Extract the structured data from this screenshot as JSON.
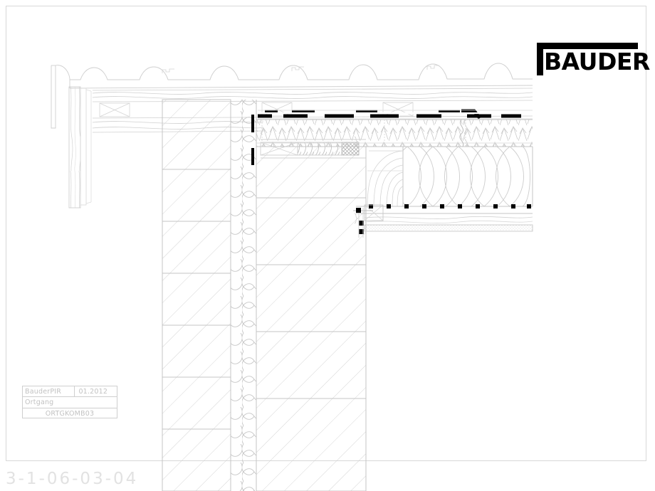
{
  "sheet": {
    "background_color": "#ffffff",
    "frame_color": "#d8d8d8",
    "line_color": "#c8c8c8",
    "ink_color": "#000000",
    "faint_color": "#e2e2e2"
  },
  "logo": {
    "brand": "BAUDER",
    "mark": "bauder-bracket-mark",
    "color": "#000000"
  },
  "title_block": {
    "product": "BauderPIR",
    "date": "01.2012",
    "detail_name": "Ortgang",
    "drawing_code": "ORTGKOMB03"
  },
  "drawing_number": {
    "value": "3-1-06-03-04"
  },
  "detail": {
    "type": "architectural-section",
    "description": "Ortgang / verge detail, pitched roof meeting cavity wall with BauderPIR insulation",
    "layers": [
      {
        "name": "roof-tiles",
        "pattern": "interlocking-pantile-profile"
      },
      {
        "name": "tile-batten",
        "pattern": "x-braced-timber-section"
      },
      {
        "name": "counter-batten",
        "pattern": "timber-section"
      },
      {
        "name": "underlay-membrane",
        "pattern": "wavy-line"
      },
      {
        "name": "verge-board",
        "pattern": "timber-grain"
      },
      {
        "name": "outer-masonry-leaf",
        "pattern": "diagonal-hatch-45"
      },
      {
        "name": "cavity-insulation",
        "pattern": "stacked-loop"
      },
      {
        "name": "inner-masonry-leaf",
        "pattern": "diagonal-hatch-45"
      },
      {
        "name": "vapour-barrier",
        "pattern": "thick-black-dashes"
      },
      {
        "name": "bauderpir-insulation",
        "pattern": "fibrous-zigzag"
      },
      {
        "name": "mineral-wool-batt",
        "pattern": "large-teardrop-loops"
      },
      {
        "name": "ceiling-battens",
        "pattern": "black-square-fixings"
      },
      {
        "name": "plaster-board",
        "pattern": "stipple"
      },
      {
        "name": "wall-plate",
        "pattern": "x-braced-timber-section"
      },
      {
        "name": "anchor-sleeve",
        "pattern": "coil-spring"
      },
      {
        "name": "corner-transition",
        "pattern": "concentric-arcs"
      }
    ]
  }
}
